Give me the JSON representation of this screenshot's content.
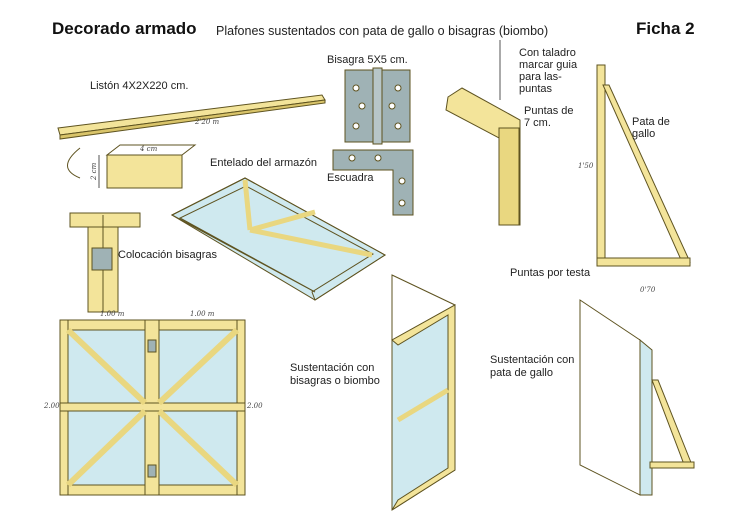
{
  "header": {
    "title": "Decorado armado",
    "subtitle": "Plafones sustentados con pata de gallo o bisagras (biombo)",
    "sheet": "Ficha 2"
  },
  "labels": {
    "liston": "Listón 4X2X220 cm.",
    "bisagra": "Bisagra 5X5 cm.",
    "taladro": [
      "Con taladro",
      "marcar guia",
      "para las-",
      "puntas"
    ],
    "puntas": [
      "Puntas de",
      "7 cm."
    ],
    "pata": [
      "Pata de",
      "gallo"
    ],
    "entelado": "Entelado del armazón",
    "escuadra": "Escuadra",
    "colocacion": "Colocación bisagras",
    "puntas_testa": "Puntas por testa",
    "sust_bisagras": [
      "Sustentación con",
      "bisagras o biombo"
    ],
    "sust_pata": [
      "Sustentación con",
      "pata de gallo"
    ]
  },
  "dimensions": {
    "liston_length": "2'20 m",
    "liston_width": "4 cm",
    "liston_height": "2 cm",
    "bisagra_size": "5",
    "pata_height": "1'50",
    "pata_base": "0'70",
    "panel_width_left": "1.00 m",
    "panel_width_right": "1.00 m",
    "panel_height_left": "2.00",
    "panel_height_right": "2.00"
  },
  "colors": {
    "wood": "#f3e49a",
    "wood_stroke": "#8a7a2c",
    "fabric": "#cfe9ef",
    "metal": "#9fb2b5"
  }
}
